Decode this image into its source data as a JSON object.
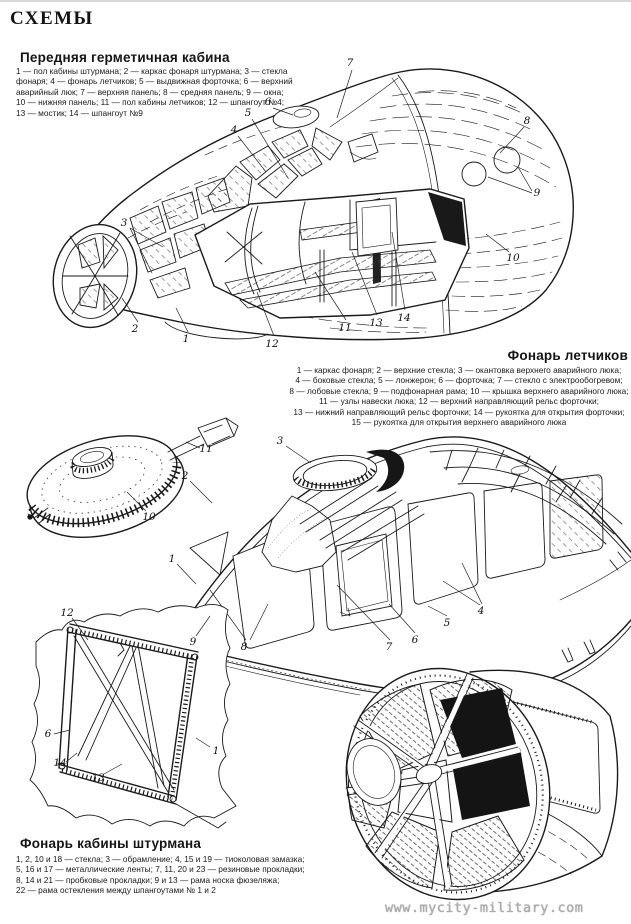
{
  "page": {
    "title": "СХЕМЫ",
    "watermark": "www.mycity-military.com"
  },
  "sections": {
    "front_cabin": {
      "heading": "Передняя герметичная кабина",
      "legend_lines": [
        "1 — пол кабины штурмана; 2 — каркас фонаря штурмана; 3 — стекла",
        "фонаря; 4 — фонарь летчиков; 5 — выдвижная форточка; 6 — верхний",
        "аварийный люк; 7 — верхняя панель; 8 — средняя панель; 9 — окна;",
        "10 — нижняя панель; 11 — пол кабины летчиков; 12 — шпангоут №4;",
        "13 — мостик; 14 — шпангоут №9"
      ]
    },
    "pilots_canopy": {
      "heading": "Фонарь летчиков",
      "legend_lines": [
        "1 — каркас фонаря; 2 — верхние стекла; 3 — окантовка верхнего аварийного люка;",
        "4 — боковые стекла; 5 — лонжерон; 6 — форточка; 7 — стекло с электрообогревом;",
        "8 — лобовые стекла; 9 — подфонарная рама; 10 — крышка верхнего аварийного люка;",
        "11 — узлы навески люка; 12 — верхний направляющий рельс форточки;",
        "13 — нижний направляющий рельс форточки; 14 — рукоятка для открытия форточки;",
        "15 — рукоятка для открытия верхнего аварийного люка"
      ]
    },
    "navigator_canopy": {
      "heading": "Фонарь кабины штурмана",
      "legend_lines": [
        "1, 2, 10 и 18 — стекла; 3 — обрамление; 4, 15 и 19 — тиоколовая замазка;",
        "5, 16 и 17 — металлические ленты; 7, 11, 20 и 23 — резиновые прокладки;",
        "8, 14 и 21 — пробковые прокладки; 9 и 13 — рама носка фюзеляжа;",
        "22 — рама остекления между шпангоутами № 1 и 2"
      ]
    }
  },
  "figures": {
    "nose": {
      "labels": [
        "7",
        "6",
        "5",
        "4",
        "3",
        "2",
        "1",
        "12",
        "11",
        "13",
        "14",
        "8",
        "9",
        "10"
      ]
    },
    "hatch_disc": {
      "labels": [
        "11",
        "10"
      ]
    },
    "canopy_frame": {
      "labels": [
        "3",
        "2",
        "1",
        "9",
        "8",
        "7",
        "6",
        "5",
        "4"
      ]
    },
    "glazing_frame": {
      "labels": [
        "12",
        "9",
        "6",
        "14",
        "13",
        "1"
      ]
    }
  }
}
